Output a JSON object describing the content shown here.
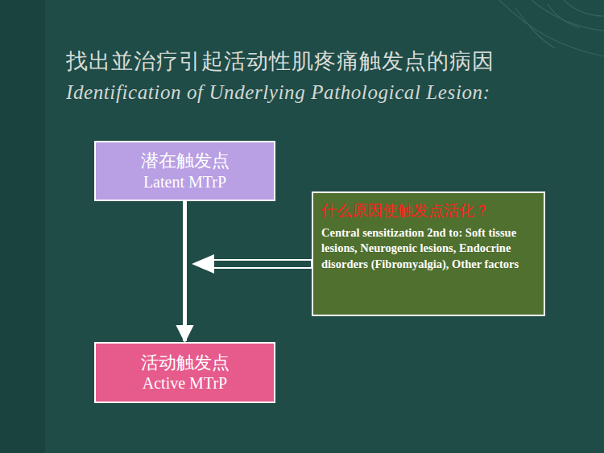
{
  "diagram": {
    "title": "找出並治疗引起活动性肌疼痛触发点的病因",
    "nodes": [
      {
        "text": [
          "潜在触发点",
          "Latent MTrP"
        ]
      },
      {
        "text": [
          "什么原因使触发点活化？",
          "Central sensitization 2nd to: Soft tissue lesions, Neurogenic lesions, Endocrine disorders (Fibromyalgia), Other factors"
        ]
      },
      {
        "text": [
          "活动触发点",
          "Active MTrP"
        ]
      }
    ],
    "edges": [
      {
        "from": 0,
        "to": 2,
        "arrow": "to"
      }
    ],
    "labels": [
      "Identification of Underlying Pathological Lesion:"
    ]
  }
}
